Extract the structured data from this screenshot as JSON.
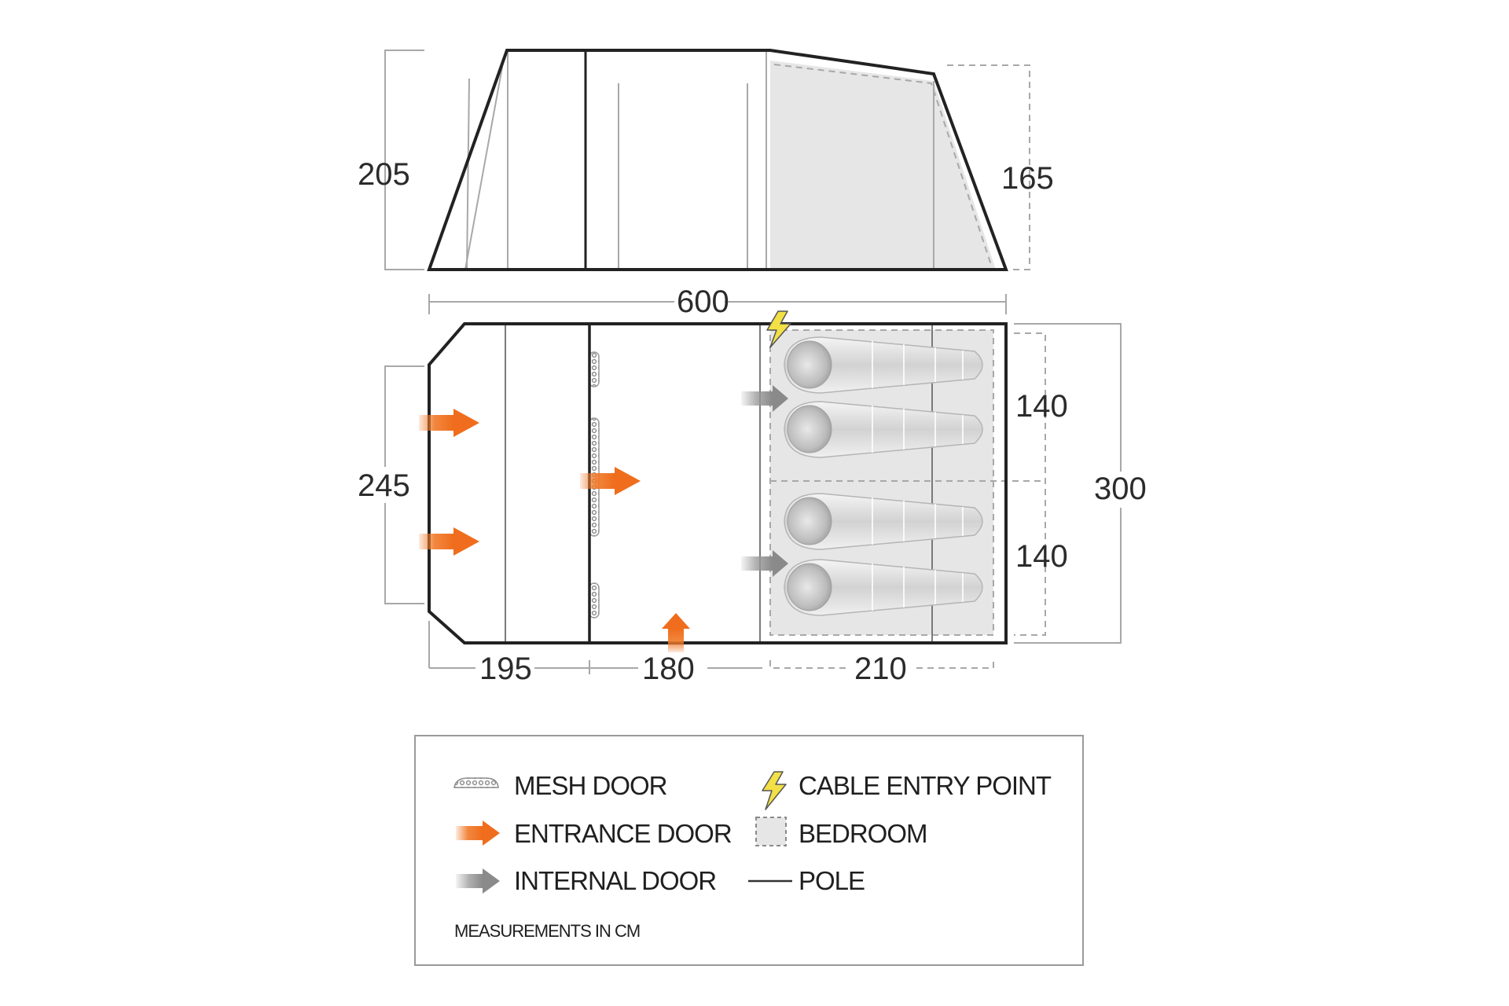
{
  "dimensions": {
    "front_height": "205",
    "rear_height": "165",
    "total_length": "600",
    "door_width": "245",
    "bedroom_width_top": "140",
    "bedroom_width_bottom": "140",
    "total_width": "300",
    "porch_length": "195",
    "living_length": "180",
    "bedroom_length": "210"
  },
  "legend": {
    "mesh_door": "MESH DOOR",
    "entrance_door": "ENTRANCE DOOR",
    "internal_door": "INTERNAL DOOR",
    "cable_entry": "CABLE ENTRY POINT",
    "bedroom": "BEDROOM",
    "pole": "POLE",
    "note": "MEASUREMENTS IN CM"
  },
  "colors": {
    "entrance_arrow": "#f07a2a",
    "internal_arrow": "#9a9a9a",
    "cable_icon": "#f2e046",
    "bedroom_fill": "#e6e6e6",
    "outline": "#222222"
  },
  "icons": {
    "mesh_door": "mesh-door-icon",
    "entrance_door": "orange-arrow-icon",
    "internal_door": "grey-arrow-icon",
    "cable_entry": "lightning-bolt-icon",
    "bedroom": "dashed-square-icon",
    "pole": "line-icon"
  }
}
